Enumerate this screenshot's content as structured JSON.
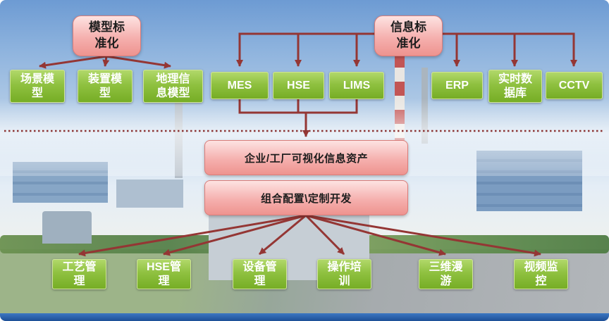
{
  "standards": [
    {
      "label": "模型标准化"
    },
    {
      "label": "信息标准化"
    }
  ],
  "systems": [
    {
      "label": "场景模型"
    },
    {
      "label": "装置模型"
    },
    {
      "label": "地理信息模型"
    },
    {
      "label": "MES"
    },
    {
      "label": "HSE"
    },
    {
      "label": "LIMS"
    },
    {
      "label": "ERP"
    },
    {
      "label": "实时数据库"
    },
    {
      "label": "CCTV"
    }
  ],
  "platform": [
    {
      "label": "企业/工厂可视化信息资产"
    },
    {
      "label": "组合配置\\定制开发"
    }
  ],
  "applications": [
    {
      "label": "工艺管理"
    },
    {
      "label": "HSE管理"
    },
    {
      "label": "设备管理"
    },
    {
      "label": "操作培训"
    },
    {
      "label": "三维漫游"
    },
    {
      "label": "视频监控"
    }
  ],
  "colors": {
    "arrow": "#943634",
    "dotted_divider": "#8c3332",
    "green_box_top": "#b1d86a",
    "green_box_bottom": "#76ad25",
    "pink_box_top": "#fde3e2",
    "pink_box_bottom": "#ee938f"
  }
}
